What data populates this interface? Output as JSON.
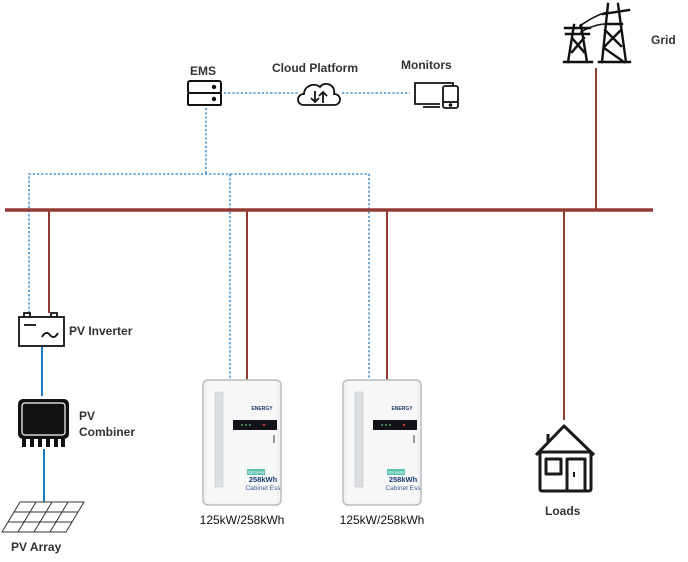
{
  "diagram": {
    "title": "Energy storage system topology",
    "nodes": {
      "ems": {
        "label": "EMS",
        "icon": "server-icon"
      },
      "cloud": {
        "label": "Cloud Platform",
        "icon": "cloud-sync-icon"
      },
      "monitors": {
        "label": "Monitors",
        "icon": "monitor-tablet-icon"
      },
      "grid": {
        "label": "Grid",
        "icon": "transmission-tower-icon"
      },
      "pv_inverter": {
        "label": "PV Inverter",
        "icon": "inverter-icon"
      },
      "pv_combiner": {
        "label_line1": "PV",
        "label_line2": "Combiner",
        "icon": "combiner-box-icon"
      },
      "pv_array": {
        "label": "PV Array",
        "icon": "solar-panel-icon"
      },
      "loads": {
        "label": "Loads",
        "icon": "house-icon"
      },
      "cabinets": [
        {
          "label": "125kW/258kWh",
          "brand": "ENERGY",
          "series": "Star Series",
          "capacity": "258kWh",
          "model": "Cabinet Ess"
        },
        {
          "label": "125kW/258kWh",
          "brand": "ENERGY",
          "series": "Star Series",
          "capacity": "258kWh",
          "model": "Cabinet Ess"
        }
      ]
    },
    "legend_colors": {
      "ac_power_line": "#963a34",
      "communication_line": "#1d7bc4",
      "dc_line": "#1d7bc4"
    }
  }
}
